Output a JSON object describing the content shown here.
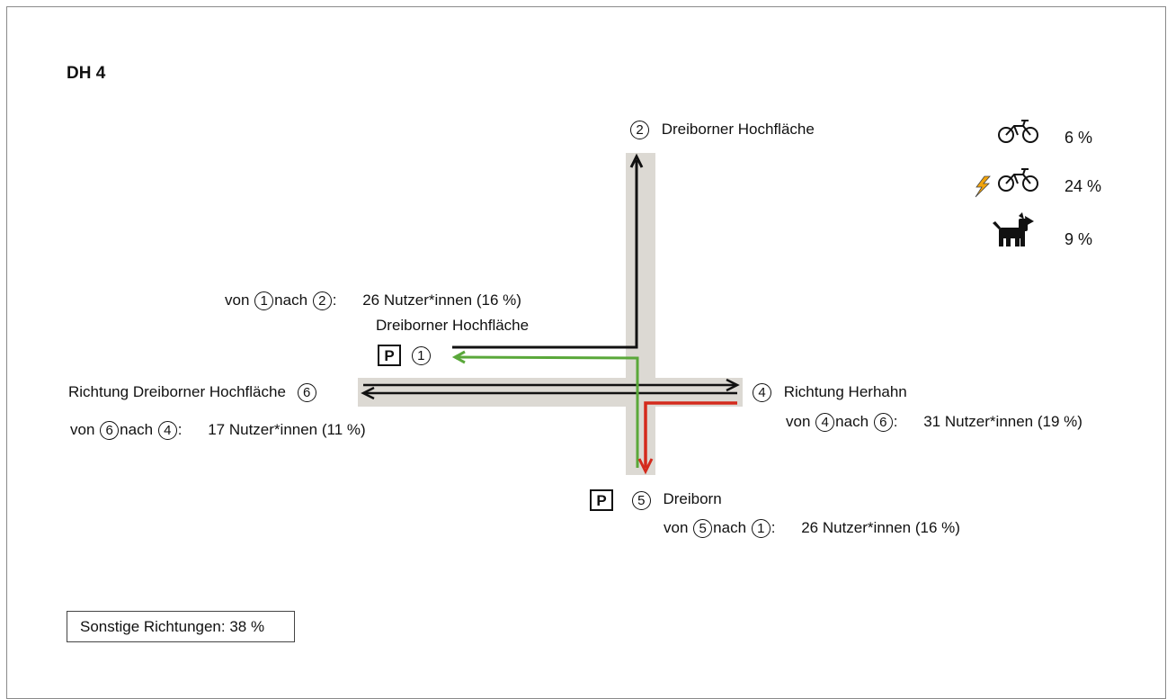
{
  "title": "DH 4",
  "legend": [
    {
      "icon": "bicycle-icon",
      "value": "6 %"
    },
    {
      "icon": "e-bike-icon",
      "value": "24 %"
    },
    {
      "icon": "dog-icon",
      "value": "9 %"
    }
  ],
  "nodes": {
    "n1": {
      "num": "1",
      "label": "Dreiborner Hochfläche"
    },
    "n2": {
      "num": "2",
      "label": "Dreiborner Hochfläche"
    },
    "n4": {
      "num": "4",
      "label": "Richtung Herhahn"
    },
    "n5": {
      "num": "5",
      "label": "Dreiborn"
    },
    "n6": {
      "num": "6",
      "label": "Richtung Dreiborner Hochfläche"
    }
  },
  "parking_label": "P",
  "word_von": "von",
  "word_nach": "nach",
  "flows": [
    {
      "from": "1",
      "to": "2",
      "text": "26 Nutzer*innen (16 %)",
      "color": "#111111"
    },
    {
      "from": "6",
      "to": "4",
      "text": "17 Nutzer*innen (11 %)",
      "color": "#111111"
    },
    {
      "from": "4",
      "to": "6",
      "text": "31 Nutzer*innen (19 %)",
      "color": "#111111"
    },
    {
      "from": "5",
      "to": "1",
      "text": "26 Nutzer*innen (16 %)",
      "color": "#5aa83a"
    }
  ],
  "other_directions": "Sonstige Richtungen: 38 %",
  "colors": {
    "road": "#dcd9d3",
    "flow_black": "#111111",
    "flow_green": "#5aa83a",
    "flow_red": "#d42a1c",
    "bolt": "#f2a40c"
  }
}
